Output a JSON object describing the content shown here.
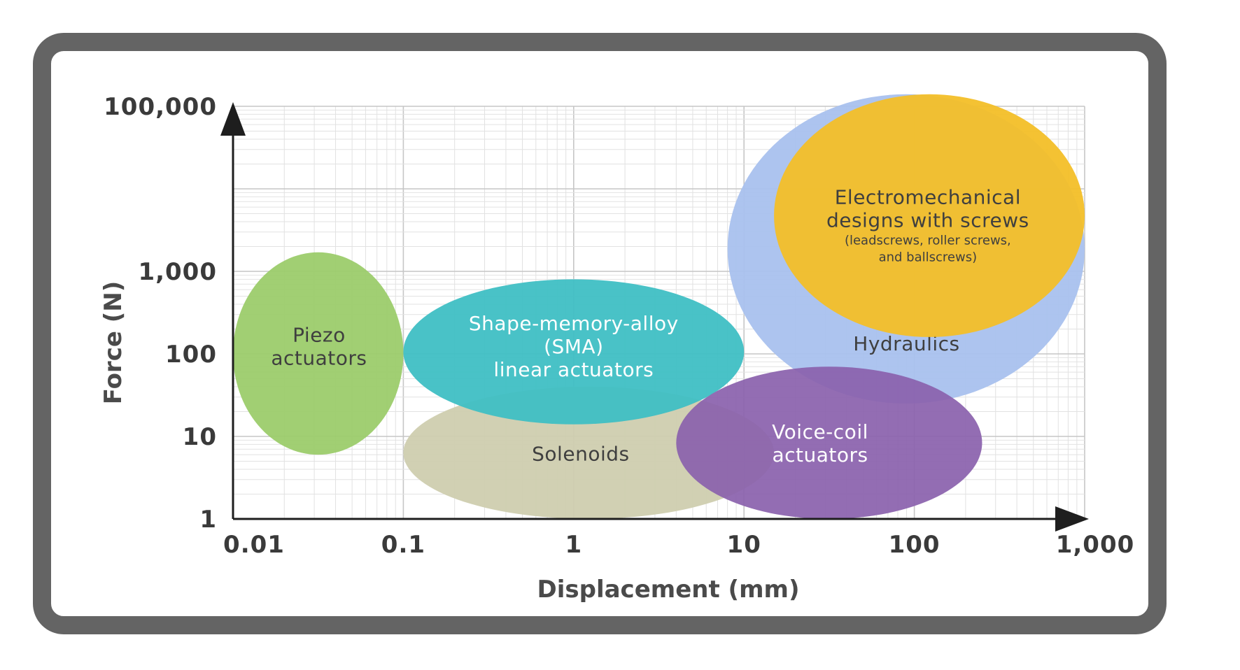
{
  "chart_data": {
    "type": "bubble-region",
    "xlabel": "Displacement (mm)",
    "ylabel": "Force (N)",
    "x_scale": "log",
    "y_scale": "log",
    "xlim": [
      0.01,
      1000
    ],
    "ylim": [
      1,
      100000
    ],
    "grid": true,
    "x_ticks": [
      {
        "value": 0.01,
        "label": "0.01"
      },
      {
        "value": 0.1,
        "label": "0.1"
      },
      {
        "value": 1,
        "label": "1"
      },
      {
        "value": 10,
        "label": "10"
      },
      {
        "value": 100,
        "label": "100"
      },
      {
        "value": 1000,
        "label": "1,000"
      }
    ],
    "y_ticks": [
      {
        "value": 1,
        "label": "1"
      },
      {
        "value": 10,
        "label": "10"
      },
      {
        "value": 100,
        "label": "100"
      },
      {
        "value": 1000,
        "label": "1,000"
      },
      {
        "value": 100000,
        "label": "100,000"
      }
    ],
    "regions": [
      {
        "id": "hydraulics",
        "label_lines": [
          "Hydraulics"
        ],
        "x_range": [
          8,
          1000
        ],
        "y_range": [
          25,
          140000
        ],
        "color": "#a9c1ee",
        "text_color": "#3f3f3f",
        "label_at": [
          90,
          130
        ]
      },
      {
        "id": "electromechanical",
        "label_lines": [
          "Electromechanical",
          "designs with screws"
        ],
        "small_lines": [
          "(leadscrews, roller screws,",
          "and ballscrews)"
        ],
        "x_range": [
          15,
          1000
        ],
        "y_range": [
          160,
          140000
        ],
        "color": "#f3bf28",
        "text_color": "#3f3f3f",
        "label_at": [
          120,
          3500
        ]
      },
      {
        "id": "solenoids",
        "label_lines": [
          "Solenoids"
        ],
        "x_range": [
          0.1,
          15
        ],
        "y_range": [
          1,
          40
        ],
        "color": "#cfcdaf",
        "text_color": "#3f3f3f",
        "label_at": [
          1.1,
          6
        ]
      },
      {
        "id": "piezo",
        "label_lines": [
          "Piezo",
          "actuators"
        ],
        "x_range": [
          0.01,
          0.1
        ],
        "y_range": [
          6,
          1700
        ],
        "color": "#9ccc6c",
        "text_color": "#3f3f3f",
        "label_at": [
          0.032,
          120
        ]
      },
      {
        "id": "sma",
        "label_lines": [
          "Shape-memory-alloy",
          "(SMA)",
          "linear actuators"
        ],
        "x_range": [
          0.1,
          10
        ],
        "y_range": [
          14,
          800
        ],
        "color": "#3fbfc4",
        "text_color": "#ffffff",
        "label_at": [
          1,
          120
        ]
      },
      {
        "id": "voice-coil",
        "label_lines": [
          "Voice-coil",
          "actuators"
        ],
        "x_range": [
          4,
          250
        ],
        "y_range": [
          1,
          70
        ],
        "color": "#8a61ad",
        "text_color": "#ffffff",
        "label_at": [
          28,
          8
        ]
      }
    ]
  }
}
